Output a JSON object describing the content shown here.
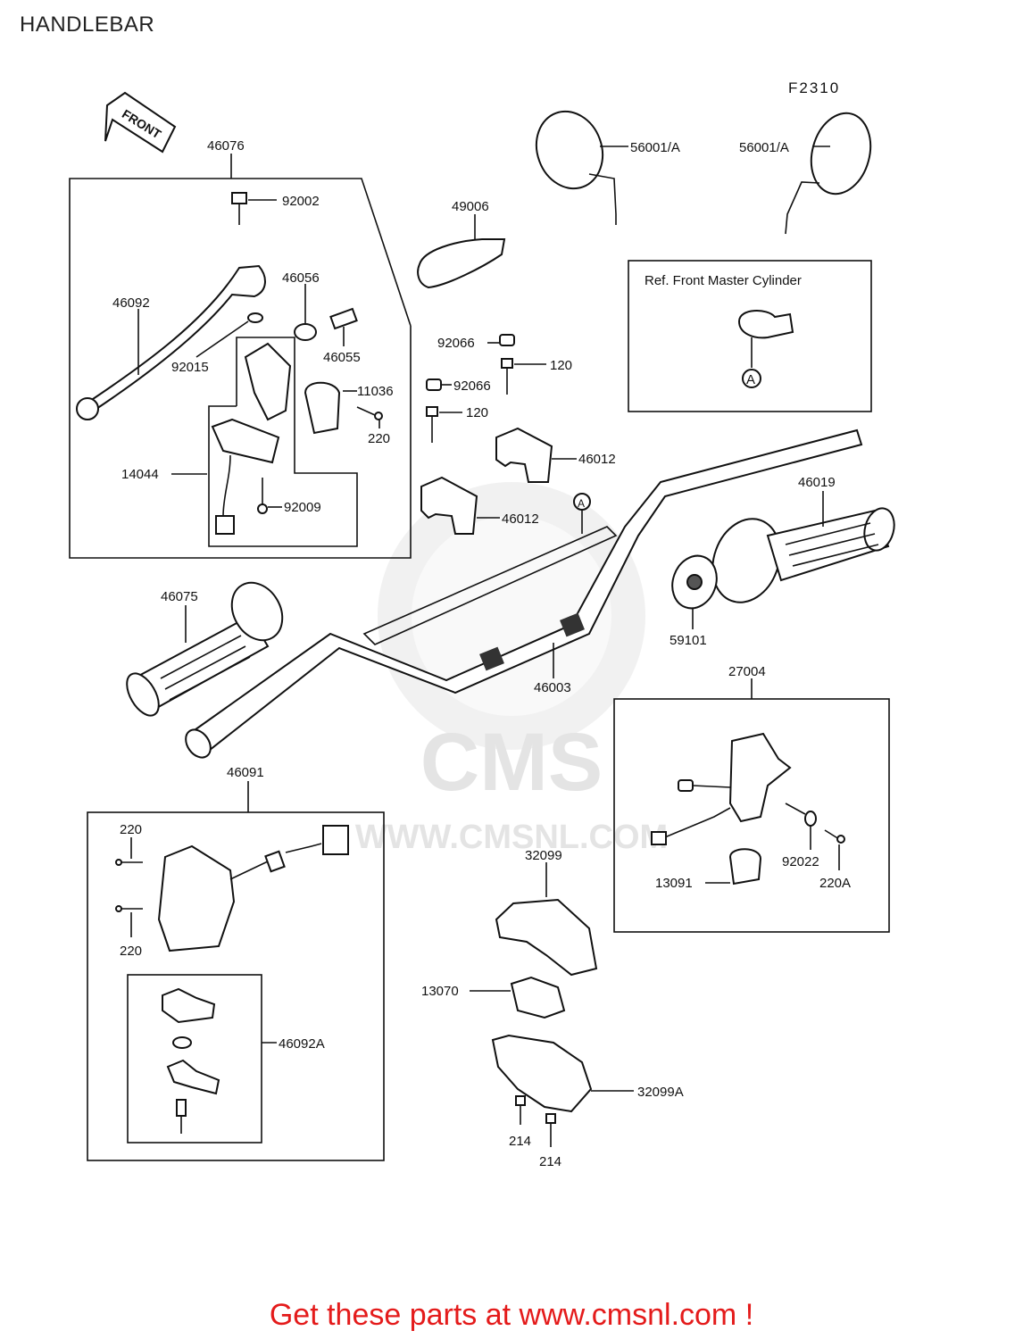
{
  "page": {
    "title": "HANDLEBAR",
    "figure_code": "F2310",
    "front_arrow_label": "FRONT",
    "ref_box_label": "Ref. Front Master Cylinder",
    "ref_marker": "A",
    "watermark_logo": "CMS",
    "watermark_url": "WWW.CMSNL.COM",
    "footer": "Get these parts at www.cmsnl.com !",
    "footer_color": "#e41b1b"
  },
  "labels": {
    "p46076": "46076",
    "p92002": "92002",
    "p46092": "46092",
    "p46056": "46056",
    "p92015": "92015",
    "p46055": "46055",
    "p11036": "11036",
    "p220a": "220",
    "p14044": "14044",
    "p92009": "92009",
    "p49006": "49006",
    "p92066a": "92066",
    "p120a": "120",
    "p92066b": "92066",
    "p120b": "120",
    "p46012a": "46012",
    "p46012b": "46012",
    "p56001a": "56001/A",
    "p56001b": "56001/A",
    "p46019": "46019",
    "p59101": "59101",
    "p46075": "46075",
    "p46003": "46003",
    "p27004": "27004",
    "p92022": "92022",
    "p220A": "220A",
    "p13091": "13091",
    "p46091": "46091",
    "p220b": "220",
    "p220c": "220",
    "p46092A": "46092A",
    "p32099": "32099",
    "p13070": "13070",
    "p32099A": "32099A",
    "p214a": "214",
    "p214b": "214"
  }
}
